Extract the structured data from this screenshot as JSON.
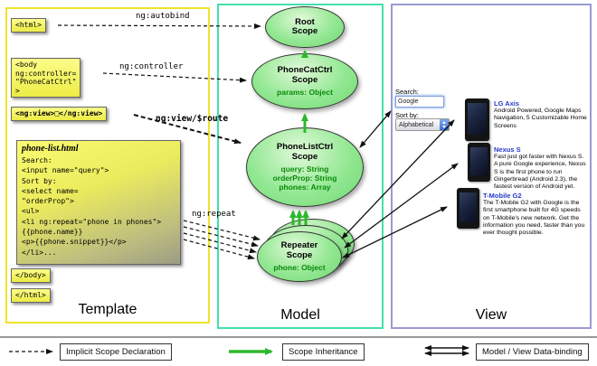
{
  "panels": {
    "template": "Template",
    "model": "Model",
    "view": "View"
  },
  "template": {
    "html_open": "<html>",
    "body_open": [
      "<body",
      "ng:controller=",
      "\"PhoneCatCtrl\"",
      ">"
    ],
    "ng_view": "<ng:view>□</ng:view>",
    "phone_list_title": "phone-list.html",
    "phone_list_code": [
      "Search:",
      "<input name=\"query\">",
      "Sort by:",
      "<select name=",
      "\"orderProp\">",
      "<ul>",
      "<li ng:repeat=\"phone in phones\">",
      "{{phone.name}}",
      "<p>{{phone.snippet}}</p>",
      "</li>..."
    ],
    "body_close": "</body>",
    "html_close": "</html>"
  },
  "arrow_labels": {
    "ng_autobind": "ng:autobind",
    "ng_controller": "ng:controller",
    "ng_view_route": "ng:view/$route",
    "ng_repeat": "ng:repeat"
  },
  "scopes": {
    "root": {
      "name": "Root",
      "type": "Scope",
      "props": []
    },
    "phonecat": {
      "name": "PhoneCatCtrl",
      "type": "Scope",
      "props": [
        "params: Object"
      ]
    },
    "phonelist": {
      "name": "PhoneListCtrl",
      "type": "Scope",
      "props": [
        "query: String",
        "orderProp: String",
        "phones: Array"
      ]
    },
    "repeater": {
      "name": "Repeater",
      "type": "Scope",
      "props": [
        "phone: Object"
      ]
    }
  },
  "view": {
    "search_label": "Search:",
    "search_value": "Google",
    "sort_label": "Sort by:",
    "sort_value": "Alphabetical",
    "phones": [
      {
        "name": "LG Axis",
        "description": "Android Powered, Google Maps Navigation, 5 Customizable Home Screens"
      },
      {
        "name": "Nexus S",
        "description": "Fast just got faster with Nexus S. A pure Google experience, Nexus S is the first phone to run Gingerbread (Android 2.3), the fastest version of Android yet."
      },
      {
        "name": "T-Mobile G2",
        "description": "The T-Mobile G2 with Google is the first smartphone built for 4G speeds on T-Mobile's new network. Get the information you need, faster than you ever thought possible."
      }
    ]
  },
  "legend": {
    "implicit": "Implicit Scope Declaration",
    "inheritance": "Scope Inheritance",
    "binding": "Model / View Data-binding"
  }
}
